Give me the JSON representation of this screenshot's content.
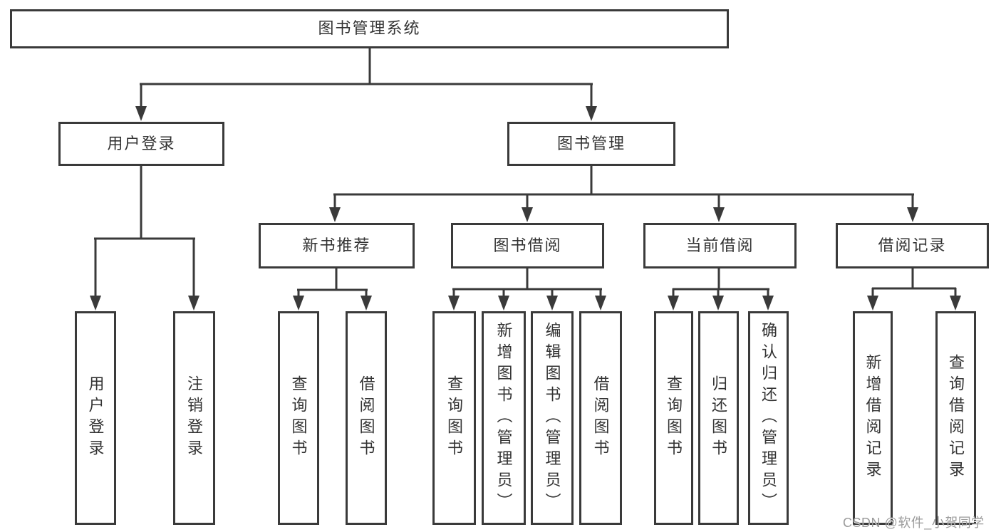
{
  "diagram": {
    "type": "tree",
    "title": "图书管理系统",
    "colors": {
      "line": "#3a3a3a",
      "text": "#333333",
      "box_background": "#ffffff",
      "background": "#ffffff",
      "watermark": "#9b9b9b"
    },
    "root": {
      "label": "图书管理系统",
      "children": [
        {
          "label": "用户登录",
          "children": [
            {
              "label": "用户登录"
            },
            {
              "label": "注销登录"
            }
          ]
        },
        {
          "label": "图书管理",
          "children": [
            {
              "label": "新书推荐",
              "children": [
                {
                  "label": "查询图书"
                },
                {
                  "label": "借阅图书"
                }
              ]
            },
            {
              "label": "图书借阅",
              "children": [
                {
                  "label": "查询图书"
                },
                {
                  "label": "新增图书（管理员）"
                },
                {
                  "label": "编辑图书（管理员）"
                },
                {
                  "label": "借阅图书"
                }
              ]
            },
            {
              "label": "当前借阅",
              "children": [
                {
                  "label": "查询图书"
                },
                {
                  "label": "归还图书"
                },
                {
                  "label": "确认归还（管理员）"
                }
              ]
            },
            {
              "label": "借阅记录",
              "children": [
                {
                  "label": "新增借阅记录"
                },
                {
                  "label": "查询借阅记录"
                }
              ]
            }
          ]
        }
      ]
    },
    "watermark": "CSDN @软件_小贺同学"
  }
}
